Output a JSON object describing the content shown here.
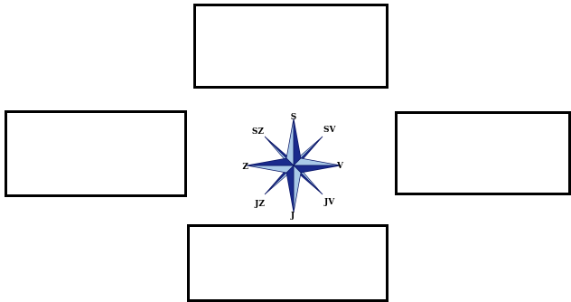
{
  "colors": {
    "box_border": "#000000",
    "star_dark": "#1a2a8c",
    "star_light": "#a9c9e8",
    "star_outline": "#0b1766"
  },
  "boxes": [
    {
      "id": "top",
      "text": ""
    },
    {
      "id": "left",
      "text": ""
    },
    {
      "id": "right",
      "text": ""
    },
    {
      "id": "bottom",
      "text": ""
    }
  ],
  "compass": {
    "labels": {
      "n": "S",
      "ne": "SV",
      "e": "V",
      "se": "JV",
      "s": "J",
      "sw": "JZ",
      "w": "Z",
      "nw": "SZ"
    }
  }
}
